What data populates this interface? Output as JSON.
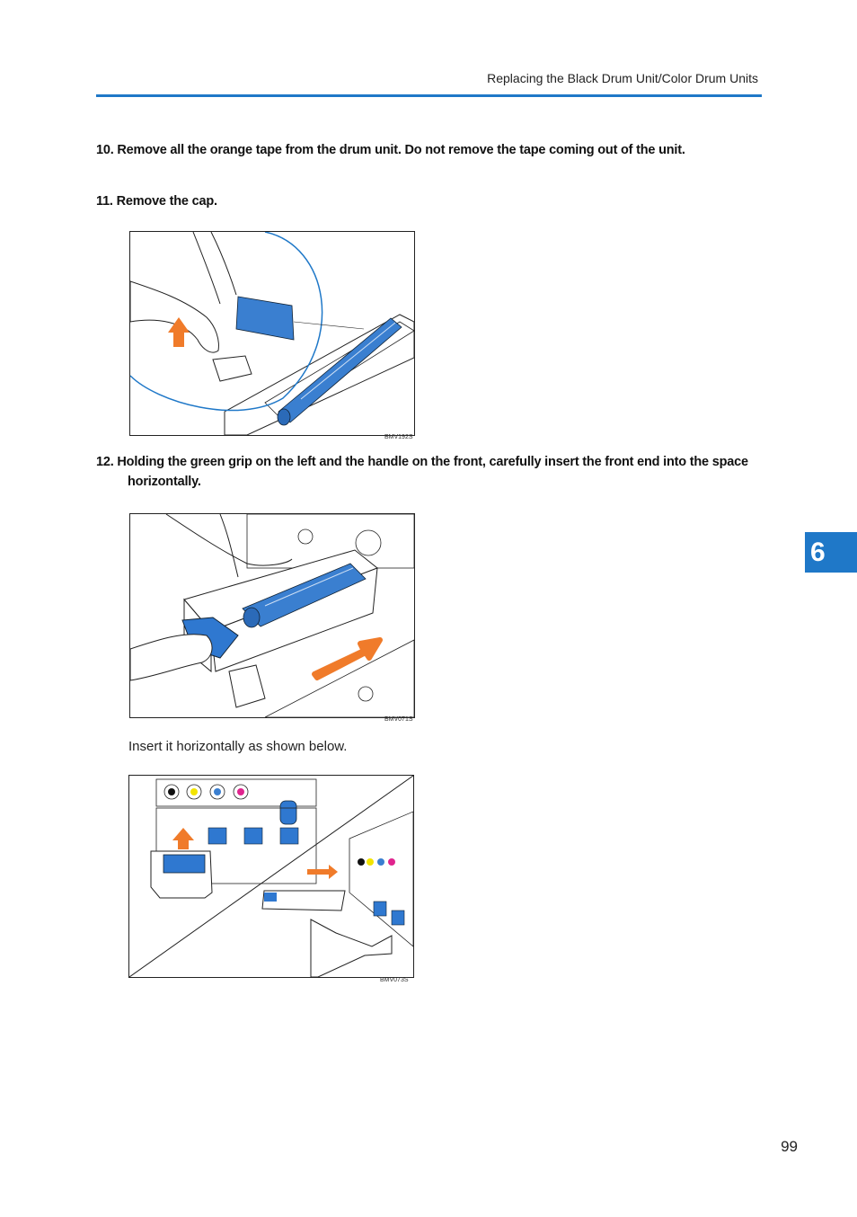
{
  "header": {
    "title": "Replacing the Black Drum Unit/Color Drum Units"
  },
  "steps": [
    {
      "text": "10. Remove all the orange tape from the drum unit. Do not remove the tape coming out of the unit."
    },
    {
      "text": "11. Remove the cap."
    },
    {
      "text": "12. Holding the green grip on the left and the handle on the front, carefully insert the front end into the space",
      "continuation": "horizontally."
    }
  ],
  "figures": [
    {
      "code": "BMV192S"
    },
    {
      "code": "BMV071S"
    },
    {
      "code": "BMV073S"
    }
  ],
  "note": "Insert it horizontally as shown below.",
  "chapter_tab": "6",
  "page_number": "99",
  "colors": {
    "accent": "#1f78c8",
    "drum_blue": "#3a7fd0",
    "arrow_orange": "#f07b2a"
  }
}
